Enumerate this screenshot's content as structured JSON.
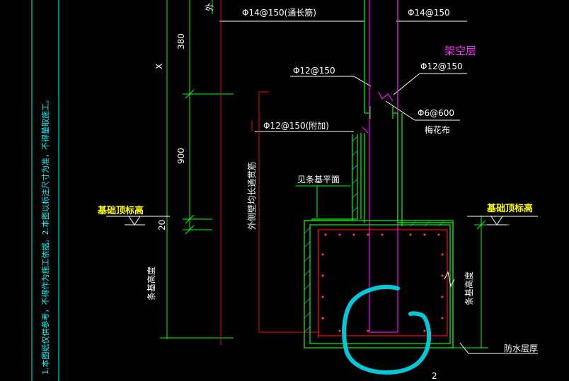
{
  "labels": {
    "top_bar_left": "Φ14@150(通长筋)",
    "top_bar_right": "Φ14@150",
    "overhead_floor": "架空层",
    "bar_12_left": "Φ12@150",
    "bar_12_right": "Φ12@150",
    "stirrup": "Φ6@600",
    "quincunx": "梅花布",
    "added_bar": "Φ12@150(附加)",
    "see_plan": "见条基平面",
    "outer_edge_length": "外侧壁均长通贯筋",
    "fnd_top_left": "基础顶标高",
    "fnd_top_right": "基础顶标高",
    "fnd_height_left": "条基高度",
    "fnd_height_right": "条基高度",
    "waterproof": "防水层厚",
    "x_mark": "X",
    "top_partial": "外",
    "bottom_mark": "2"
  },
  "dimensions": {
    "d380": "380",
    "d900": "900",
    "d20": "20"
  },
  "notes": {
    "side_note": "1.本图纸仅供参考，不得作为施工依据。2.本图以标注尺寸为准，不得量取施工。"
  },
  "colors": {
    "background": "#000000",
    "dimension": "#00ff00",
    "wall": "#00ff00",
    "rebar_red": "#ff0000",
    "rebar_magenta": "#ff00ff",
    "leader": "#ffffff",
    "highlight": "#00c8d8",
    "level": "#ffff00",
    "note": "#00ffff"
  }
}
